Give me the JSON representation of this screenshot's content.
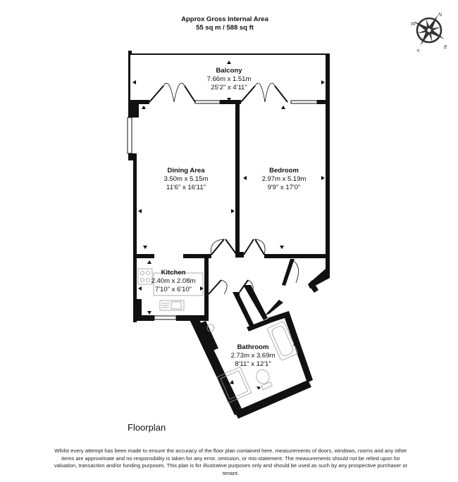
{
  "header": {
    "title": "Approx Gross Internal Area",
    "area": "55 sq m / 588 sq ft"
  },
  "compass": {
    "icon": "compass-rose-icon",
    "labels": {
      "n": "N",
      "e": "E",
      "s": "S",
      "w": "W"
    }
  },
  "rooms": [
    {
      "name": "Balcony",
      "metric": "7.66m x 1.51m",
      "imperial": "25'2\" x 4'11\""
    },
    {
      "name": "Dining Area",
      "metric": "3.50m x 5.15m",
      "imperial": "11'6\" x 16'11\""
    },
    {
      "name": "Bedroom",
      "metric": "2.97m x 5.19m",
      "imperial": "9'9\" x 17'0\""
    },
    {
      "name": "Kitchen",
      "metric": "2.40m x 2.08m",
      "imperial": "7'10\" x 6'10\""
    },
    {
      "name": "Bathroom",
      "metric": "2.73m x 3.69m",
      "imperial": "8'11\" x 12'1\""
    }
  ],
  "footer": {
    "plan_title": "Floorplan",
    "disclaimer": "Whilst every attempt has been made to ensure the accuracy of the floor plan contained here, measurements of doors, windows, rooms and any other items are approximate and no responsibility is taken for any error, omission, or mis-statement. The measurements should not be relied upon for valuation, transaction and/or funding purposes. This plan is for illustrative purposes only and should be used as such by any prospective purchaser or tenant."
  },
  "colors": {
    "wall": "#111111",
    "line": "#222222",
    "fixture": "#9a9a9a"
  }
}
